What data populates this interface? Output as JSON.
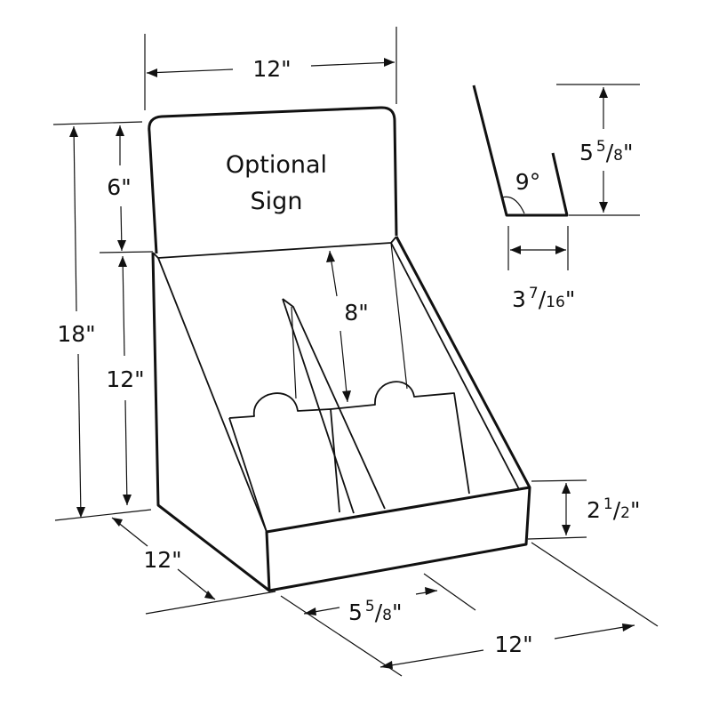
{
  "colors": {
    "ink": "#111111",
    "background": "#ffffff"
  },
  "sign": {
    "line1": "Optional",
    "line2": "Sign"
  },
  "dims": {
    "top_width": "12\"",
    "sign_height": "6\"",
    "total_height": "18\"",
    "front_height": "12\"",
    "pocket_depth": "8\"",
    "lip_height_whole": "2",
    "lip_height_num": "1",
    "lip_height_den": "2",
    "side_depth": "12\"",
    "pocket_width_whole": "5",
    "pocket_width_num": "5",
    "pocket_width_den": "8",
    "front_width": "12\"",
    "detail_height_whole": "5",
    "detail_height_num": "5",
    "detail_height_den": "8",
    "detail_angle": "9°",
    "detail_base_whole": "3",
    "detail_base_num": "7",
    "detail_base_den": "16"
  }
}
